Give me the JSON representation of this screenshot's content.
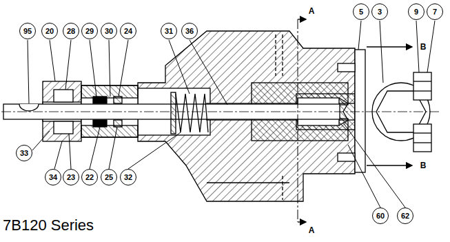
{
  "diagram": {
    "labels": [
      "95",
      "20",
      "28",
      "29",
      "30",
      "24",
      "31",
      "36",
      "5",
      "3",
      "9",
      "7",
      "A",
      "B",
      "33",
      "34",
      "23",
      "22",
      "25",
      "32",
      "60",
      "62",
      "B",
      "A",
      "7B120 Series"
    ]
  }
}
